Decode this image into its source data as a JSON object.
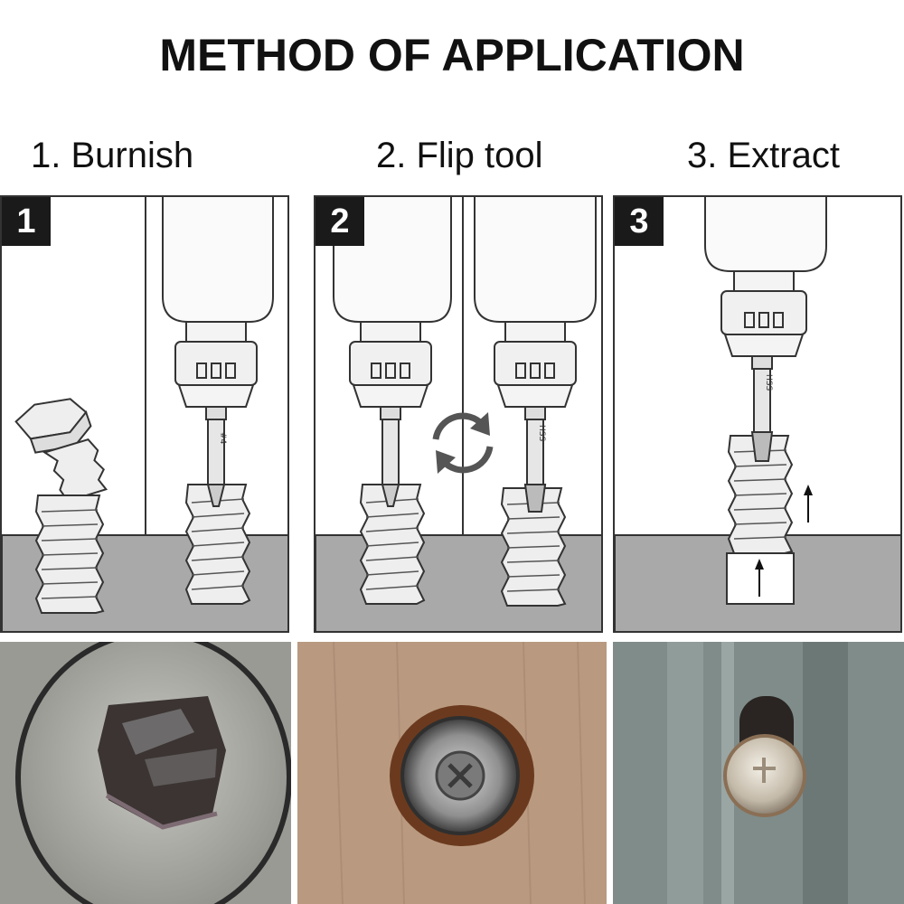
{
  "header": {
    "title": "METHOD OF APPLICATION"
  },
  "steps": [
    {
      "label": "1. Burnish",
      "badge": "1"
    },
    {
      "label": "2. Flip tool",
      "badge": "2"
    },
    {
      "label": "3. Extract",
      "badge": "3"
    }
  ],
  "tool_marks": {
    "burnish_side": "#4",
    "extract_side": "HSS"
  },
  "colors": {
    "ground": "#a9a9a9",
    "outline": "#333333",
    "flip_arrows": "#555555",
    "wood": "#b99a80",
    "metal": "#7f8c8a",
    "rust": "#6b3a1e"
  },
  "icons": [
    "rotate-arrows-icon",
    "up-arrow-icon"
  ]
}
